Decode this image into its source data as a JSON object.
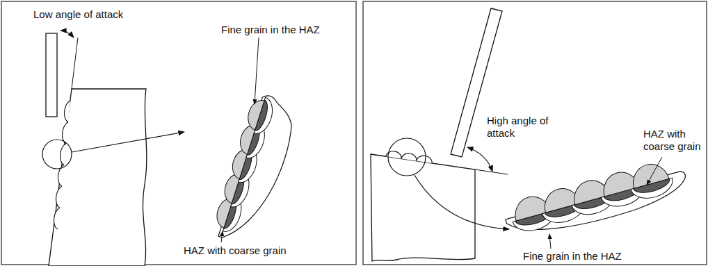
{
  "diagram": {
    "labels": [
      "Low angle of attack",
      "Fine grain in the HAZ",
      "HAZ with coarse grain",
      "High angle of attack",
      "HAZ with coarse grain",
      "Fine grain in the HAZ"
    ]
  }
}
